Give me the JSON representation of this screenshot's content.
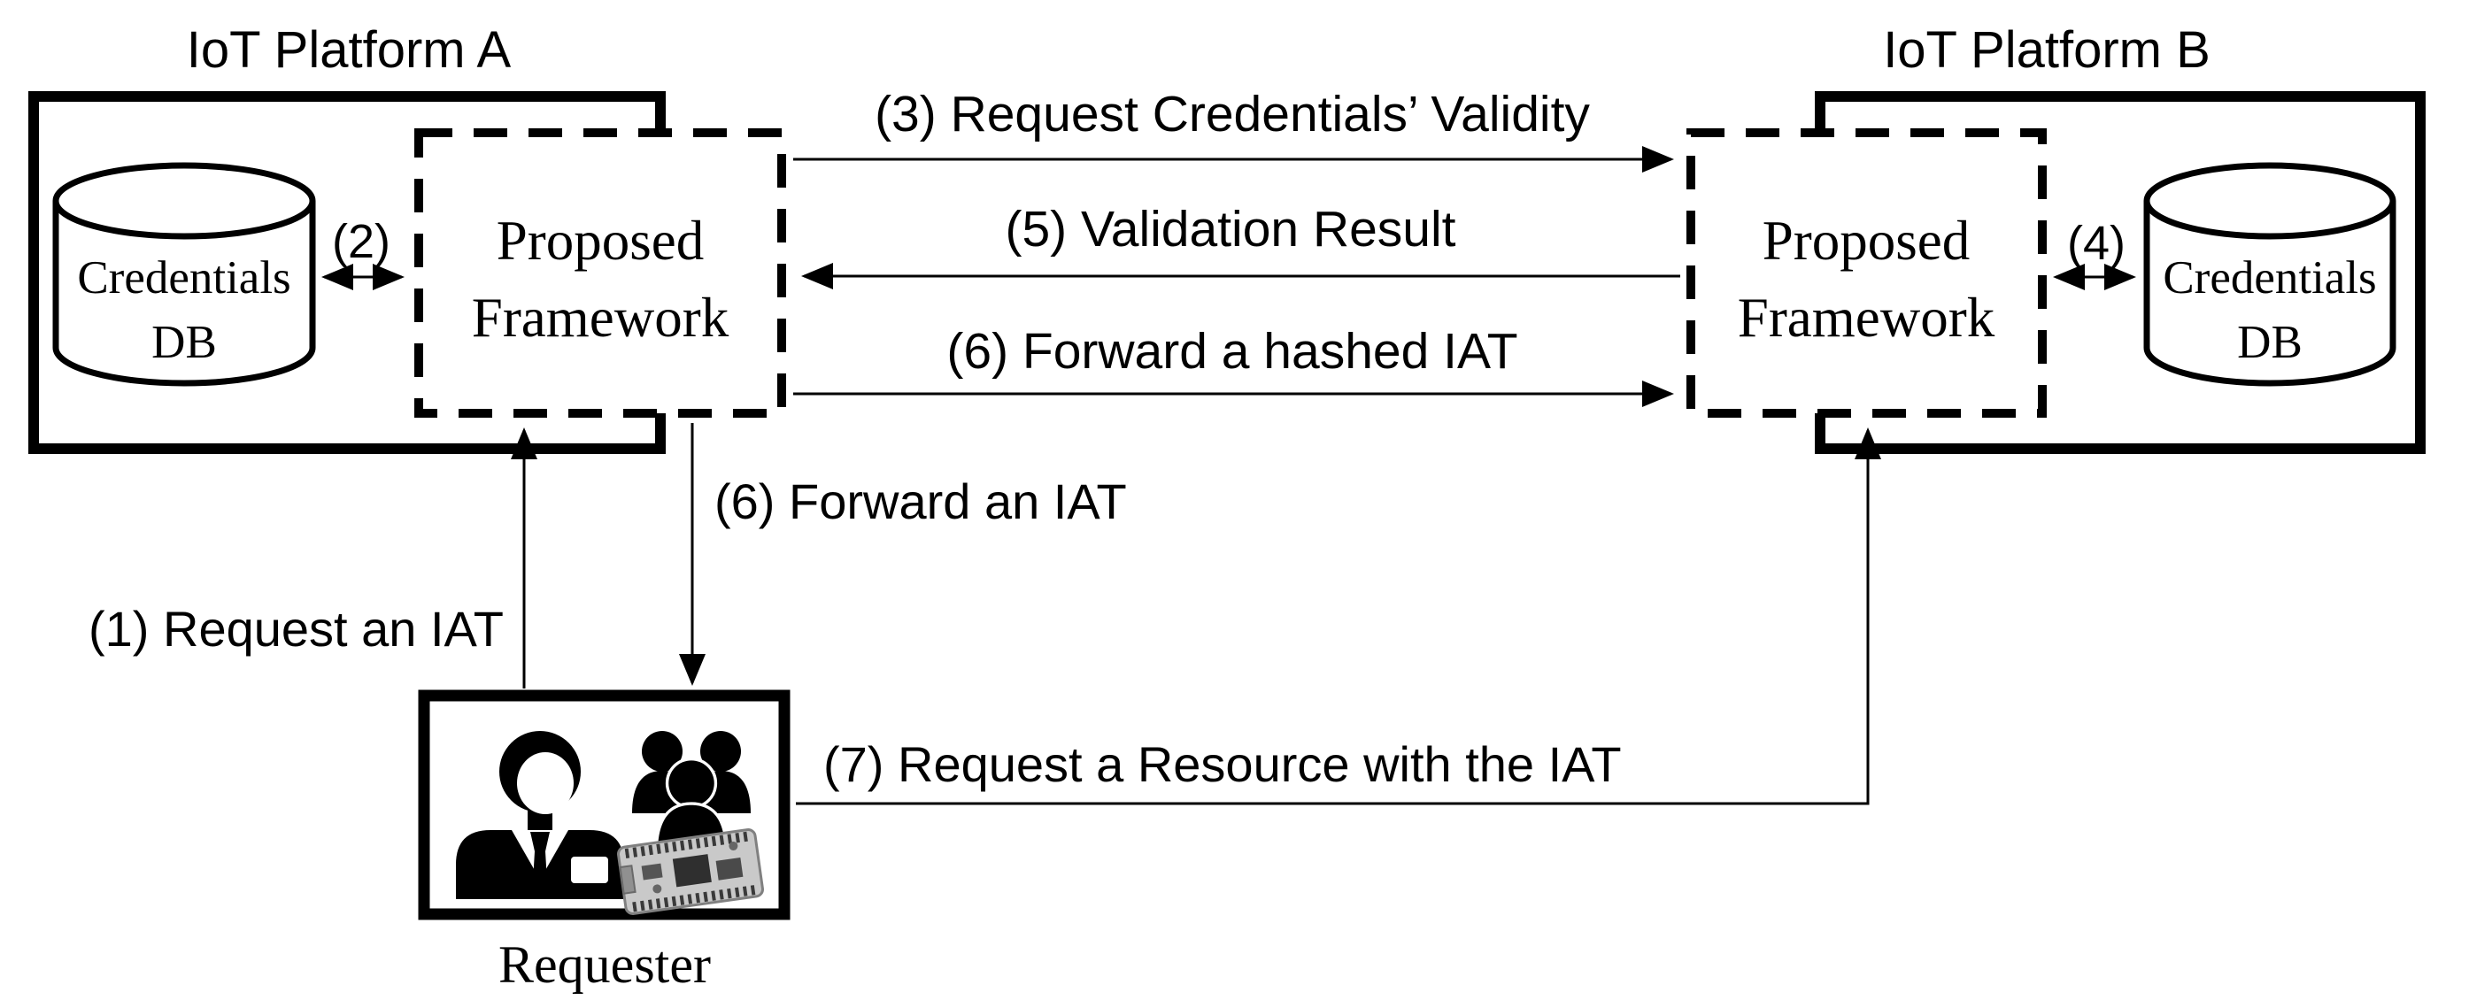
{
  "colors": {
    "ink": "#000000",
    "background": "#ffffff",
    "board_base": "#c9c9c9",
    "board_chip": "#2f2f2f",
    "board_edge": "#808080"
  },
  "platform_a": {
    "title": "IoT Platform A",
    "framework": {
      "line1": "Proposed",
      "line2": "Framework"
    },
    "db": {
      "line1": "Credentials",
      "line2": "DB"
    }
  },
  "platform_b": {
    "title": "IoT Platform B",
    "framework": {
      "line1": "Proposed",
      "line2": "Framework"
    },
    "db": {
      "line1": "Credentials",
      "line2": "DB"
    }
  },
  "requester": {
    "label": "Requester",
    "icons": [
      "person-icon",
      "users-group-icon",
      "iot-board-icon"
    ]
  },
  "messages": {
    "m1": {
      "label": "(1) Request an IAT"
    },
    "m2": {
      "label": "(2)"
    },
    "m3": {
      "label": "(3) Request Credentials’ Validity"
    },
    "m4": {
      "label": "(4)"
    },
    "m5": {
      "label": "(5) Validation Result"
    },
    "m6_internal": {
      "label": "(6) Forward an IAT"
    },
    "m6_external": {
      "label": "(6) Forward a hashed IAT"
    },
    "m7": {
      "label": "(7) Request a Resource with the IAT"
    }
  }
}
